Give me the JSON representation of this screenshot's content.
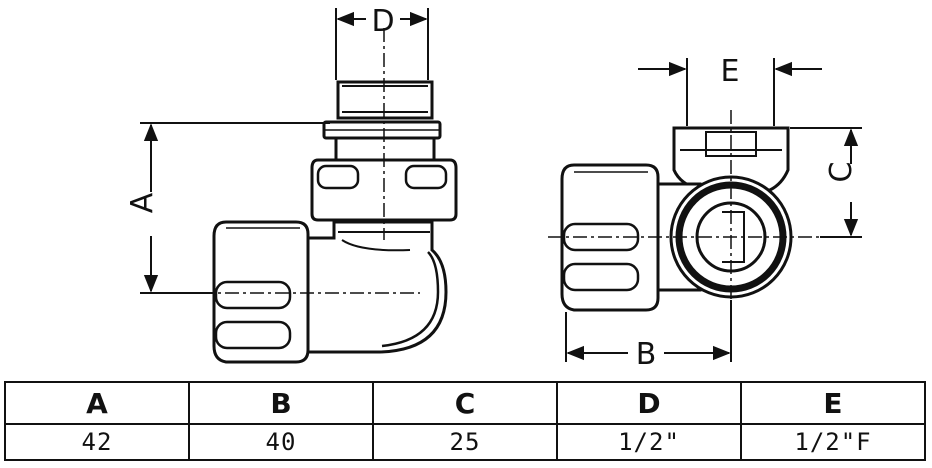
{
  "drawing": {
    "dimension_labels": {
      "A": "A",
      "B": "B",
      "C": "C",
      "D": "D",
      "E": "E"
    }
  },
  "table": {
    "headers": [
      "A",
      "B",
      "C",
      "D",
      "E"
    ],
    "values": [
      "42",
      "40",
      "25",
      "1/2\"",
      "1/2\"F"
    ]
  }
}
